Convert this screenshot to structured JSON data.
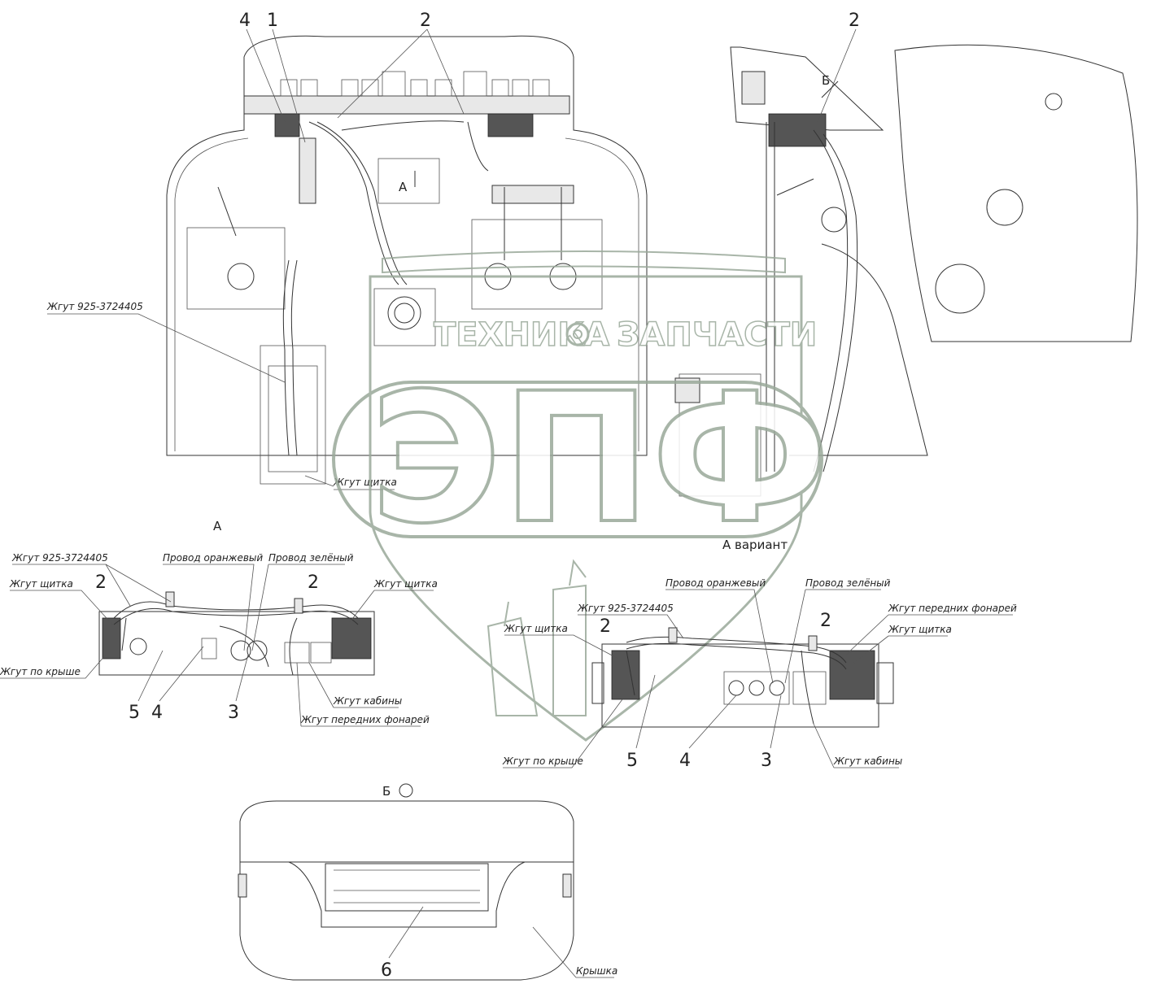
{
  "views": {
    "top_main": {
      "numbers": [
        "4",
        "1",
        "2"
      ],
      "harness_main": "Жгут 925-3724405",
      "harness_panel": "Жгут щитка",
      "view_marker": "А"
    },
    "top_side": {
      "number": "2",
      "marker": "Б"
    },
    "view_a": {
      "title": "А",
      "labels": {
        "harness_main": "Жгут 925-3724405",
        "wire_orange": "Провод оранжевый",
        "wire_green": "Провод зелёный",
        "panel_left": "Жгут щитка",
        "panel_right": "Жгут щитка",
        "roof": "Жгут по крыше",
        "cabin": "Жгут кабины",
        "front_lights": "Жгут передних фонарей"
      },
      "numbers": {
        "n2a": "2",
        "n2b": "2",
        "n5": "5",
        "n4": "4",
        "n3": "3"
      }
    },
    "view_a_variant": {
      "title": "А вариант",
      "labels": {
        "wire_orange": "Провод оранжевый",
        "wire_green": "Провод зелёный",
        "harness_main": "Жгут 925-3724405",
        "panel_left": "Жгут щитка",
        "front_lights": "Жгут передних фонарей",
        "panel_right": "Жгут щитка",
        "roof": "Жгут по крыше",
        "cabin": "Жгут кабины"
      },
      "numbers": {
        "n2a": "2",
        "n2b": "2",
        "n5": "5",
        "n4": "4",
        "n3": "3"
      }
    },
    "view_b": {
      "title": "Б",
      "label_cover": "Крышка",
      "number": "6"
    }
  },
  "watermark": {
    "line1_left": "ТЕХНИКА",
    "line1_right": "ЗАПЧАСТИ",
    "logo": "ЭПФ",
    "gear_icon": "gear-icon"
  },
  "colors": {
    "line": "#333333",
    "watermark": "#9aa99a",
    "background": "#ffffff"
  }
}
